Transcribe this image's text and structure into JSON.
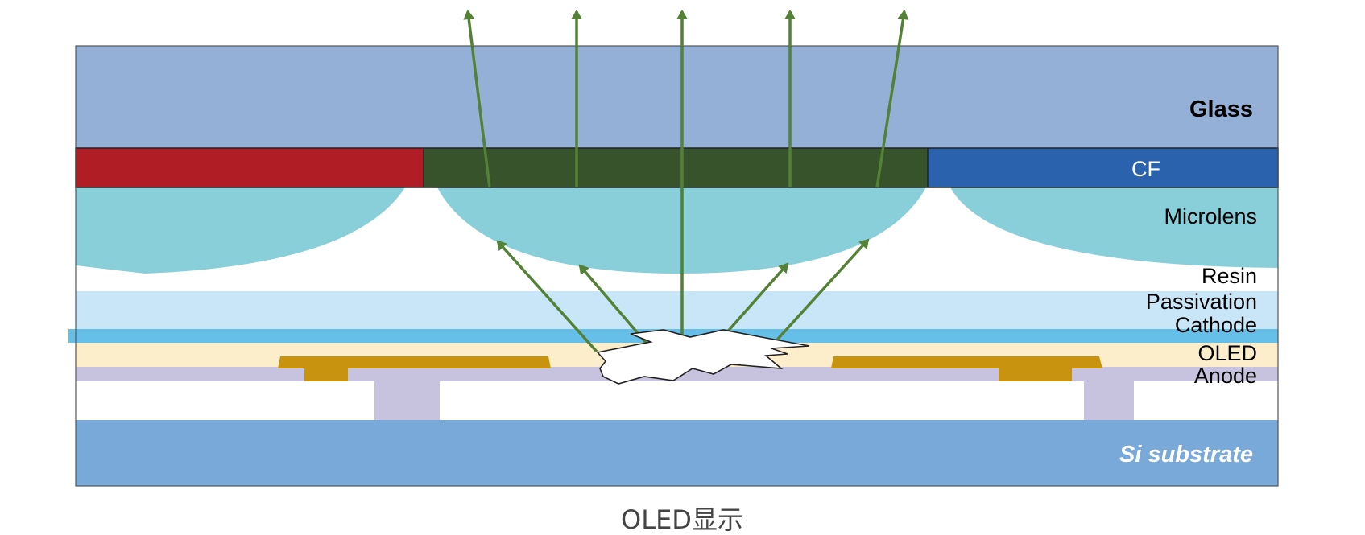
{
  "diagram": {
    "caption": "OLED显示",
    "layers": {
      "glass": "Glass",
      "cf": "CF",
      "microlens": "Microlens",
      "resin": "Resin",
      "passivation": "Passivation",
      "cathode": "Cathode",
      "oled": "OLED",
      "anode": "Anode",
      "si_substrate": "Si substrate"
    },
    "colors": {
      "glass": "#94b0d7",
      "cf_red": "#b11d25",
      "cf_green": "#36532b",
      "cf_blue": "#2b62ae",
      "microlens": "#88cfd9",
      "passivation": "#c9e6f8",
      "cathode": "#66bfe9",
      "oled": "#fdeecb",
      "anode": "#c7c3de",
      "metal": "#c8930f",
      "si_substrate": "#79a9d8",
      "arrow": "#538135"
    }
  }
}
